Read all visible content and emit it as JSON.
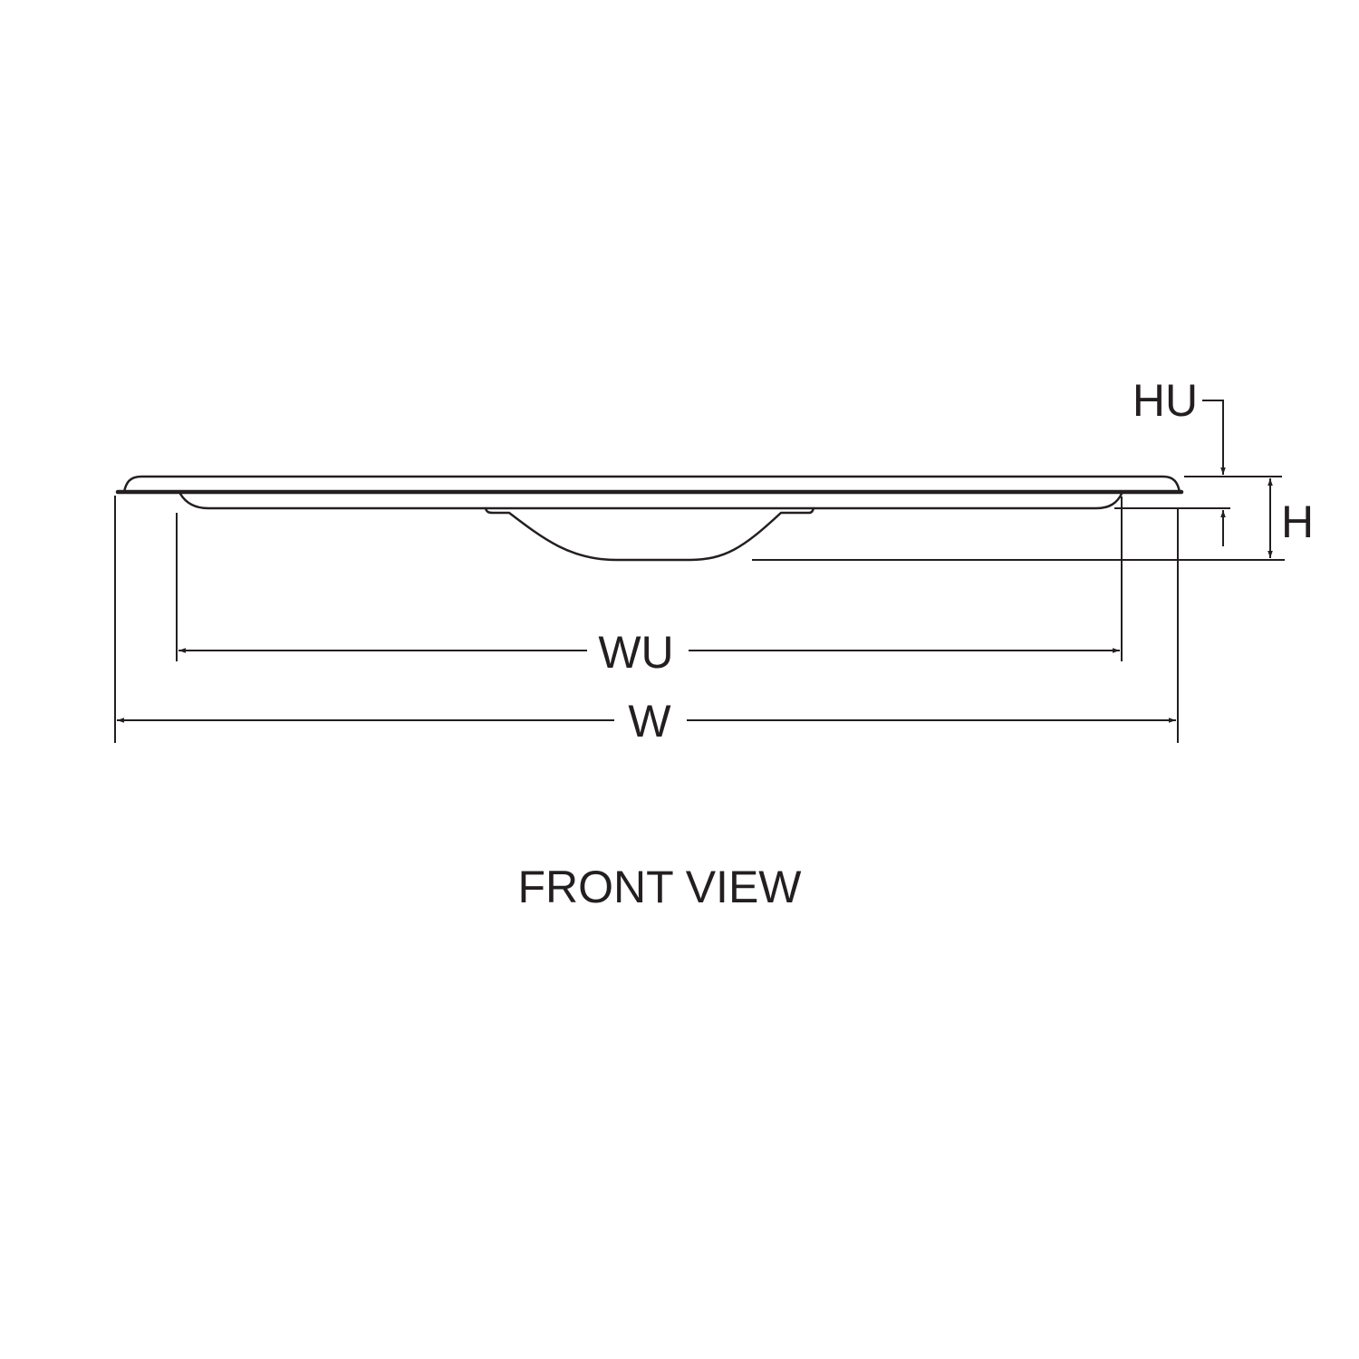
{
  "drawing": {
    "title": "FRONT VIEW",
    "dimensions": {
      "width": "W",
      "width_upper": "WU",
      "height": "H",
      "height_upper": "HU"
    },
    "line_color": "#231f20"
  }
}
